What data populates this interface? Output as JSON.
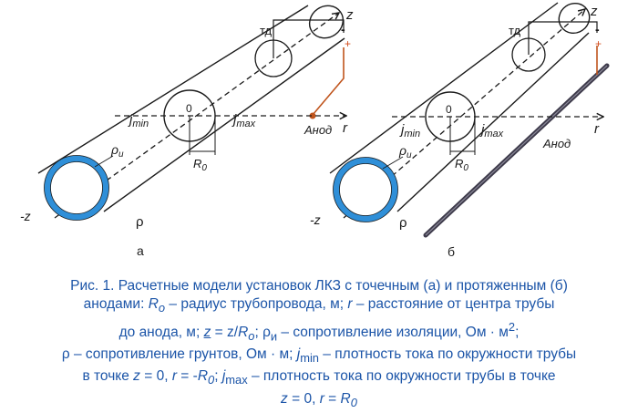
{
  "figure": {
    "panel_a": {
      "label_z": "z",
      "label_neg_z": "-z",
      "label_td": "тд",
      "label_minus": "-",
      "label_plus": "+",
      "label_o": "0",
      "label_jmin": "j",
      "label_jmin_sub": "min",
      "label_jmax": "j",
      "label_jmax_sub": "max",
      "label_r": "r",
      "label_anode": "Анод",
      "label_R0": "R",
      "label_R0_sub": "0",
      "label_rho_i": "ρ",
      "label_rho_i_sub": "и",
      "label_rho": "ρ",
      "panel_letter": "а"
    },
    "panel_b": {
      "label_z": "z",
      "label_neg_z": "-z",
      "label_td": "тд",
      "label_minus": "-",
      "label_plus": "+",
      "label_o": "0",
      "label_jmin": "j",
      "label_jmin_sub": "min",
      "label_jmax": "j",
      "label_jmax_sub": "max",
      "label_r": "r",
      "label_anode": "Анод",
      "label_R0": "R",
      "label_R0_sub": "0",
      "label_rho_i": "ρ",
      "label_rho_i_sub": "и",
      "label_rho": "ρ",
      "panel_letter": "б"
    },
    "colors": {
      "pipe_ring": "#2f8fd8",
      "caption": "#1c55a8",
      "anode_rod": "#3d3a4a",
      "lead_wire": "#c0541c",
      "plus_sign": "#d24a1a"
    }
  },
  "caption": {
    "l1": "Рис. 1. Расчетные модели установок ЛКЗ с точечным (а) и протяженным (б)",
    "l2_a": "анодами: ",
    "l2_R": "R",
    "l2_Rsub": "o",
    "l2_b": " – радиус трубопровода, м; ",
    "l2_r": "r",
    "l2_c": " – расстояние от центра трубы",
    "l3_a": "до анода, м; ",
    "l3_z": "z",
    "l3_b": " = z/",
    "l3_R": "R",
    "l3_Rsub": "o",
    "l3_c": ";  ",
    "l3_rho": "ρ",
    "l3_rhosub": "и",
    "l3_d": " – сопротивление изоляции, Ом · м",
    "l3_sup": "2",
    "l3_e": ";",
    "l4_a": "ρ – сопротивление грунтов, Ом · м; ",
    "l4_j": "j",
    "l4_jsub": "min",
    "l4_b": " – плотность тока по окружности трубы",
    "l5_a": "в точке ",
    "l5_z": "z",
    "l5_b": " = 0, ",
    "l5_r": "r",
    "l5_c": " = -",
    "l5_R": "R",
    "l5_Rsub": "0",
    "l5_d": "; ",
    "l5_j": "j",
    "l5_jsub": "max",
    "l5_e": "  – плотность тока по окружности трубы в точке",
    "l6_z": "z",
    "l6_a": " = 0, ",
    "l6_r": "r",
    "l6_b": " = ",
    "l6_R": "R",
    "l6_Rsub": "0"
  }
}
